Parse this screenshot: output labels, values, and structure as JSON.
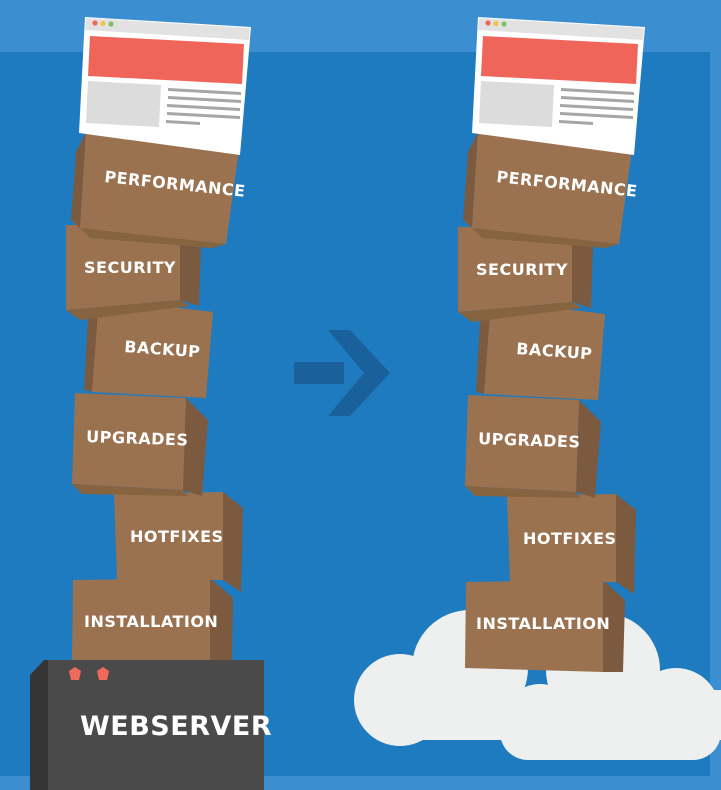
{
  "colors": {
    "background": "#1e7bc0",
    "header_band": "#3b8fd0",
    "box_front": "#9b7250",
    "box_side": "#7b5a3f",
    "box_top": "#86643f",
    "server_front": "#4a4a4a",
    "server_side": "#353535",
    "server_lights": "#f06a5a",
    "browser_header": "#f0655a",
    "cloud": "#eef0ef",
    "arrow": "#1a609a"
  },
  "stacks": {
    "left": {
      "base": "webserver",
      "base_label": "WEBSERVER",
      "boxes": [
        "PERFORMANCE",
        "SECURITY",
        "BACKUP",
        "UPGRADES",
        "HOTFIXES",
        "INSTALLATION"
      ]
    },
    "right": {
      "base": "cloud",
      "boxes": [
        "PERFORMANCE",
        "SECURITY",
        "BACKUP",
        "UPGRADES",
        "HOTFIXES",
        "INSTALLATION"
      ]
    }
  },
  "icons": [
    "browser-window-icon",
    "arrow-right-icon",
    "cloud-icon",
    "server-icon"
  ]
}
